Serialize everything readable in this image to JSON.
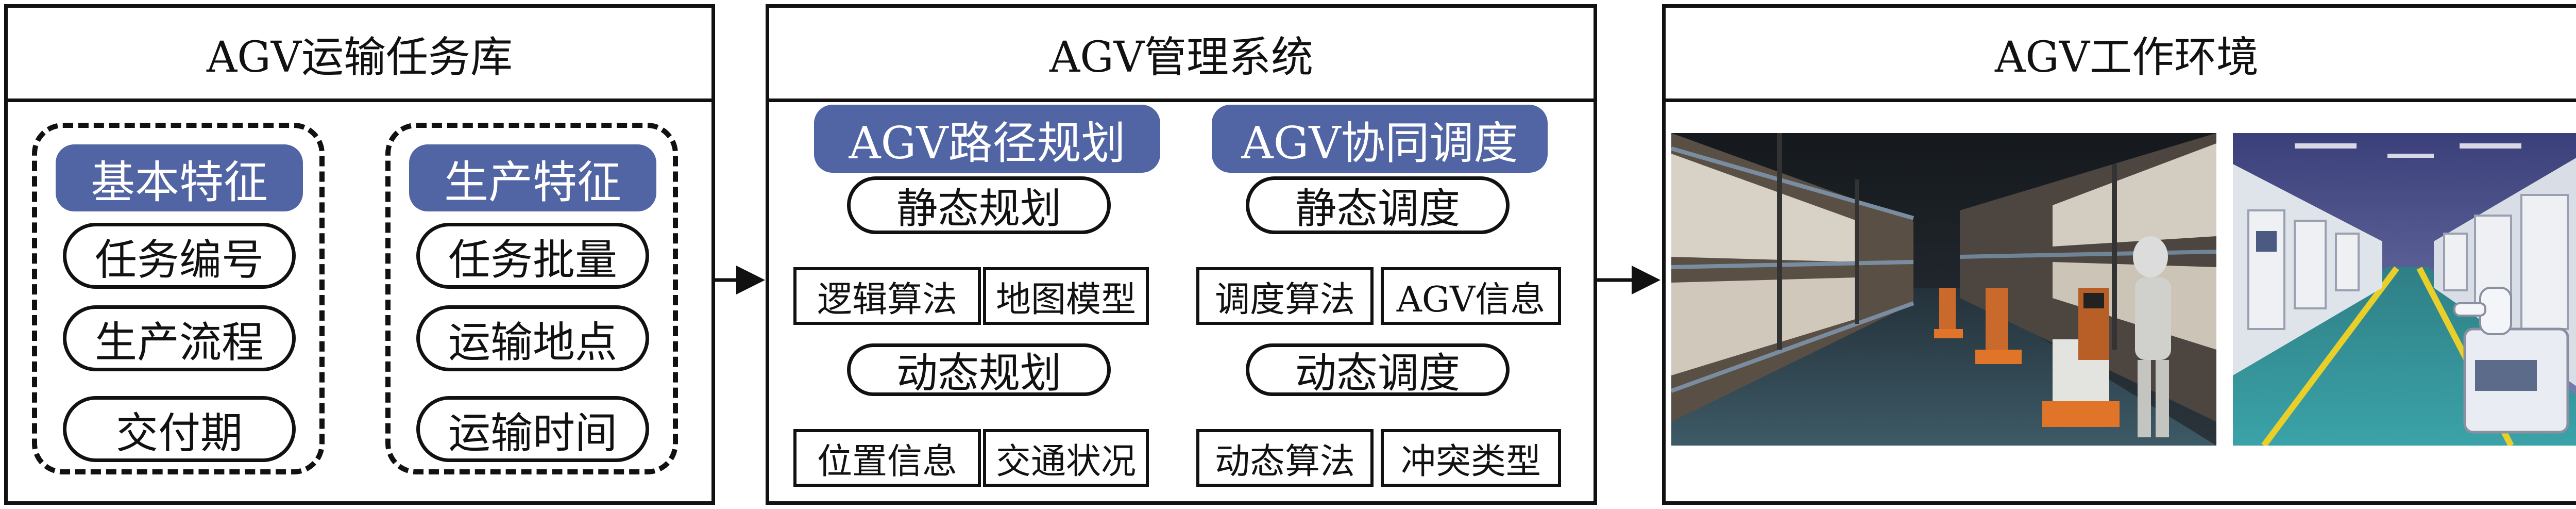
{
  "task_library": {
    "title": "AGV运输任务库",
    "basic": {
      "header": "基本特征",
      "items": [
        "任务编号",
        "生产流程",
        "交付期"
      ]
    },
    "production": {
      "header": "生产特征",
      "items": [
        "任务批量",
        "运输地点",
        "运输时间"
      ]
    }
  },
  "management": {
    "title": "AGV管理系统",
    "path": {
      "header": "AGV路径规划",
      "static": {
        "label": "静态规划",
        "children": [
          "逻辑算法",
          "地图模型"
        ]
      },
      "dynamic": {
        "label": "动态规划",
        "children": [
          "位置信息",
          "交通状况"
        ]
      }
    },
    "schedule": {
      "header": "AGV协同调度",
      "static": {
        "label": "静态调度",
        "children": [
          "调度算法",
          "AGV信息"
        ]
      },
      "dynamic": {
        "label": "动态调度",
        "children": [
          "动态算法",
          "冲突类型"
        ]
      }
    }
  },
  "environment": {
    "title": "AGV工作环境"
  },
  "colors": {
    "accent_blue": "#5164a4",
    "line": "#111111"
  }
}
